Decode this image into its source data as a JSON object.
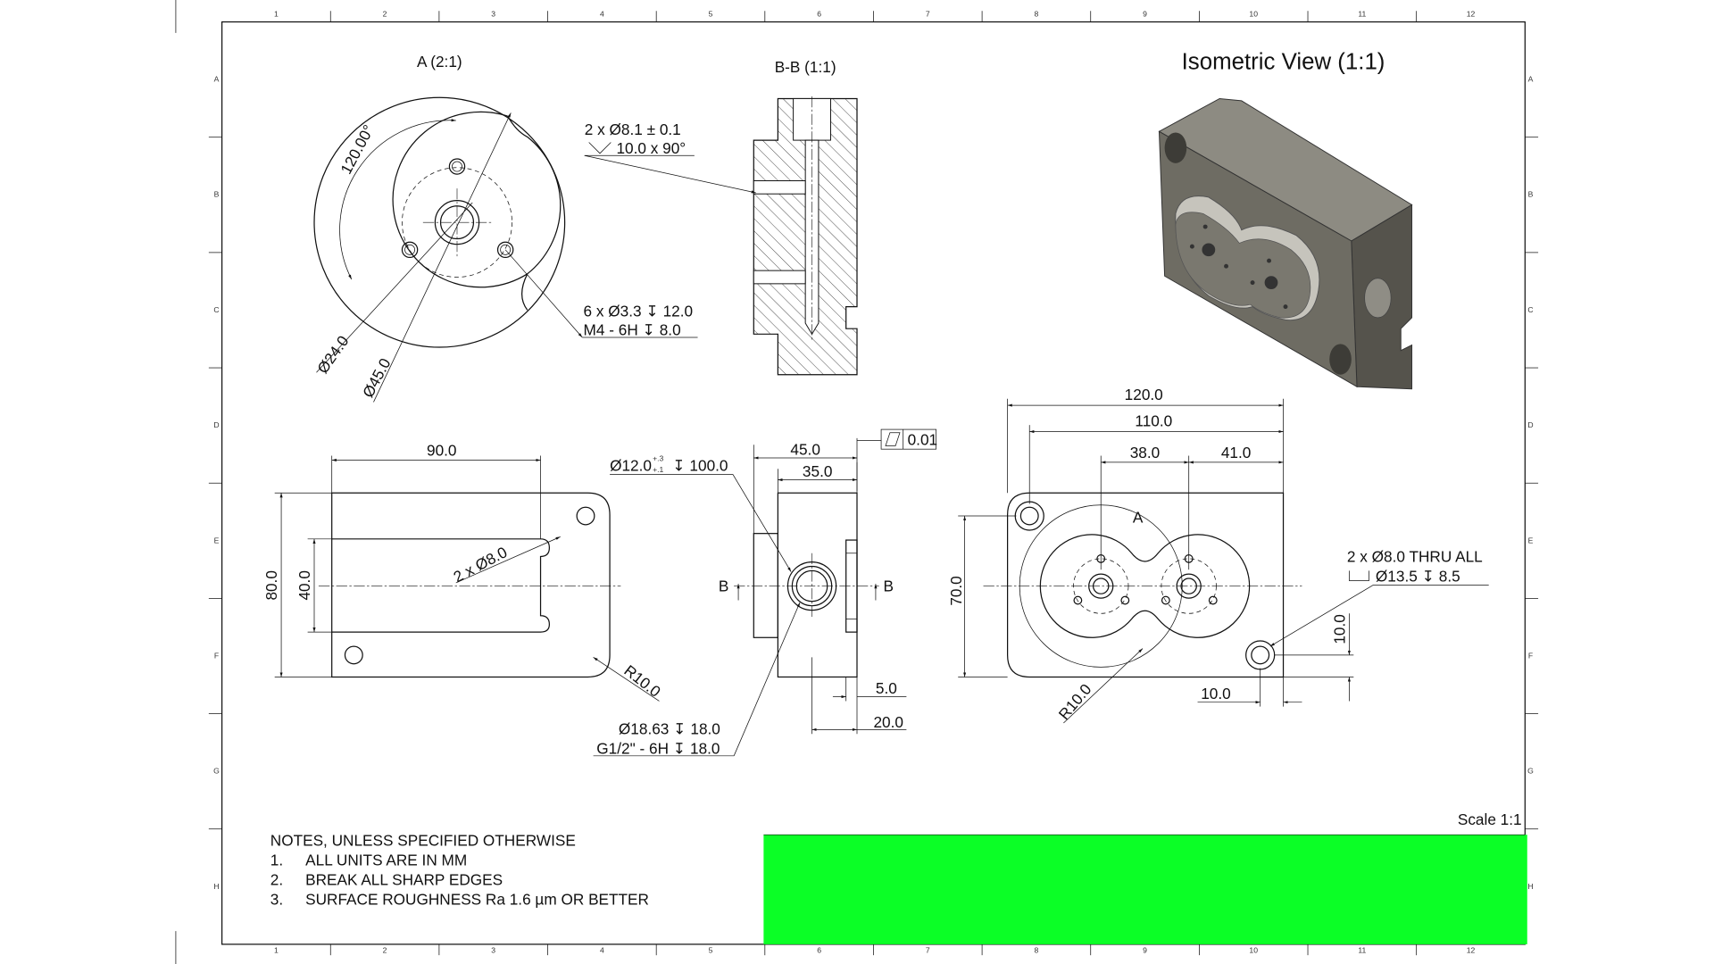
{
  "grid": {
    "cols": [
      "1",
      "2",
      "3",
      "4",
      "5",
      "6",
      "7",
      "8",
      "9",
      "10",
      "11",
      "12"
    ],
    "rows": [
      "A",
      "B",
      "C",
      "D",
      "E",
      "F",
      "G",
      "H"
    ]
  },
  "views": {
    "detail_a": "A (2:1)",
    "section_bb": "B-B (1:1)",
    "isometric": "Isometric View (1:1)",
    "scale": "Scale 1:1"
  },
  "detail_a": {
    "angle": "120.00°",
    "dia_inner": "Ø24.0",
    "dia_outer": "Ø45.0"
  },
  "callouts": {
    "csk_line1": "2 x  Ø8.1 ± 0.1",
    "csk_line2": "10.0 x 90°",
    "tap_line1": "6 x Ø3.3 ↧ 12.0",
    "tap_line2": "M4 - 6H ↧ 8.0",
    "bore_main": "Ø12.0",
    "bore_tol_upper": "+.3",
    "bore_tol_lower": "+.1",
    "bore_depth": "↧ 100.0",
    "port_line1": "Ø18.63 ↧ 18.0",
    "port_line2": "G1/2\" - 6H ↧ 18.0",
    "thru_line1": "2 x Ø8.0 THRU ALL",
    "thru_line2": "Ø13.5 ↧ 8.5",
    "flatness": "0.01"
  },
  "front_view": {
    "width": "90.0",
    "height": "80.0",
    "slot": "40.0",
    "holes": "2 x Ø8.0",
    "radius": "R10.0"
  },
  "side_view": {
    "depth": "45.0",
    "boss": "35.0",
    "section_left": "B",
    "section_right": "B",
    "offset_small": "5.0",
    "offset_large": "20.0"
  },
  "right_view": {
    "overall": "120.0",
    "holes_span": "110.0",
    "lobe1": "38.0",
    "lobe2": "41.0",
    "detail_label": "A",
    "height": "70.0",
    "hole_v": "10.0",
    "hole_h": "10.0",
    "radius": "R10.0"
  },
  "notes": {
    "title": "NOTES, UNLESS SPECIFIED OTHERWISE",
    "items": [
      {
        "num": "1.",
        "text": "ALL UNITS ARE IN MM"
      },
      {
        "num": "2.",
        "text": "BREAK ALL SHARP EDGES"
      },
      {
        "num": "3.",
        "text": "SURFACE ROUGHNESS Ra 1.6 µm OR BETTER"
      }
    ]
  },
  "colors": {
    "title_block": "#0bff26",
    "iso_front": "#6e6c63",
    "iso_top": "#8d8b82",
    "iso_side": "#55534c"
  }
}
